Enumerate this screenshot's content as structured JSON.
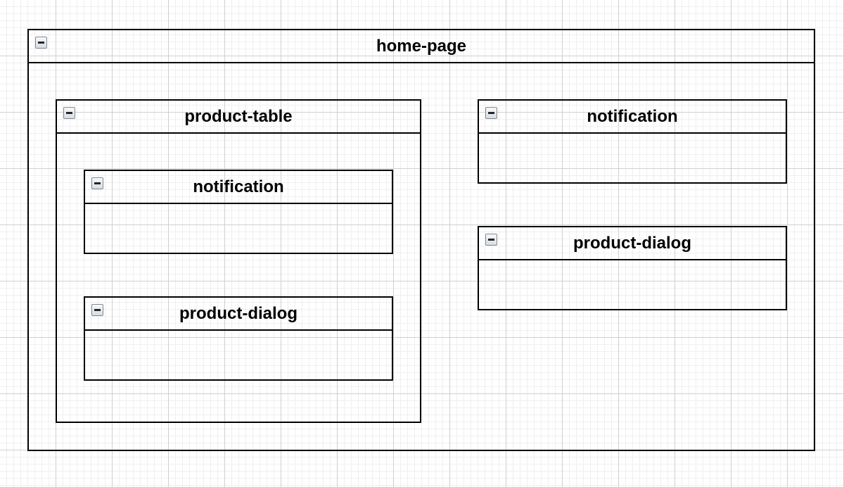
{
  "home_page": {
    "title": "home-page",
    "icon": "collapse-icon",
    "product_table": {
      "title": "product-table",
      "icon": "collapse-icon",
      "notification": {
        "title": "notification",
        "icon": "collapse-icon"
      },
      "product_dialog": {
        "title": "product-dialog",
        "icon": "collapse-icon"
      }
    },
    "notification": {
      "title": "notification",
      "icon": "collapse-icon"
    },
    "product_dialog": {
      "title": "product-dialog",
      "icon": "collapse-icon"
    }
  }
}
